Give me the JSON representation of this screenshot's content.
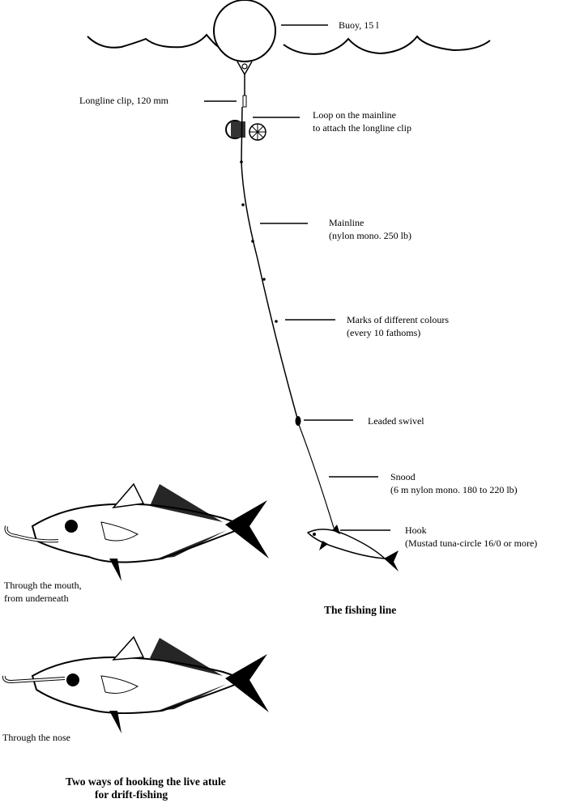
{
  "figure": {
    "fishing_line": {
      "title": "The fishing line",
      "labels": {
        "buoy": "Buoy, 15 l",
        "longline_clip": "Longline clip, 120 mm",
        "loop_line1": "Loop on the mainline",
        "loop_line2": "to attach the longline clip",
        "mainline_line1": "Mainline",
        "mainline_line2": "(nylon mono. 250 lb)",
        "marks_line1": "Marks of different colours",
        "marks_line2": "(every 10 fathoms)",
        "swivel": "Leaded swivel",
        "snood_line1": "Snood",
        "snood_line2": "(6 m nylon mono. 180 to 220 lb)",
        "hook_line1": "Hook",
        "hook_line2": "(Mustad tuna-circle 16/0 or more)"
      }
    },
    "hooking_methods": {
      "title_line1": "Two ways of hooking the live atule",
      "title_line2": "for drift-fishing",
      "method_mouth_line1": "Through the mouth,",
      "method_mouth_line2": "from underneath",
      "method_nose": "Through the nose"
    }
  }
}
